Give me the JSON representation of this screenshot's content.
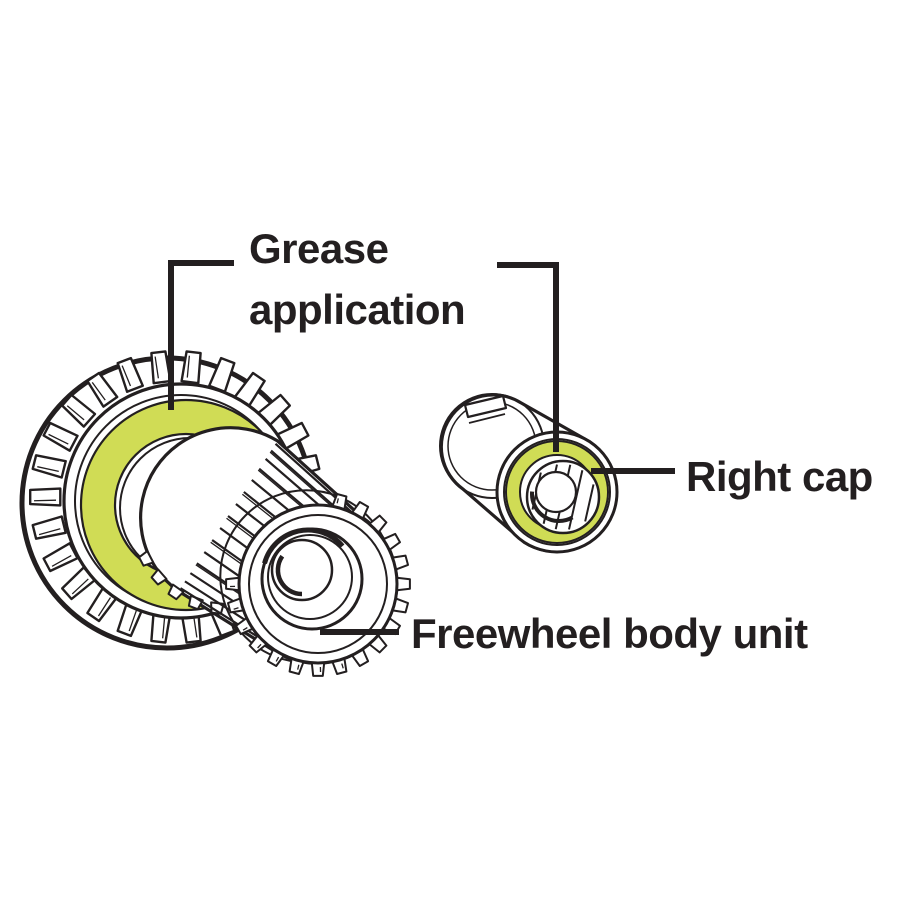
{
  "diagram": {
    "type": "technical-illustration",
    "labels": {
      "grease_application": "Grease application",
      "right_cap": "Right cap",
      "freewheel_body_unit": "Freewheel body unit"
    },
    "colors": {
      "grease_highlight": "#d0dc55",
      "ink": "#231f20",
      "background": "#ffffff"
    }
  }
}
